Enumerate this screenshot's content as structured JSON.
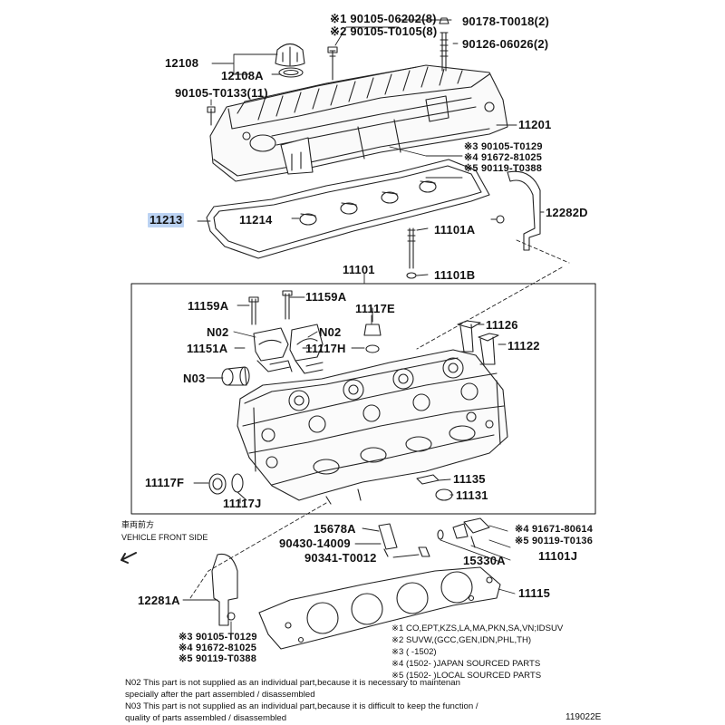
{
  "parts": {
    "p90105_06202": "※1 90105-06202(8)",
    "p90105_T0105": "※2 90105-T0105(8)",
    "p90178": "90178-T0018(2)",
    "p90126": "90126-06026(2)",
    "p12108": "12108",
    "p12108A": "12108A",
    "p90105_T0133": "90105-T0133(11)",
    "p11201": "11201",
    "p90105_T0129_top": "※3 90105-T0129",
    "p91672_top": "※4 91672-81025",
    "p90119_top": "※5 90119-T0388",
    "p11213": "11213",
    "p11214": "11214",
    "p11101A": "11101A",
    "p12282D": "12282D",
    "p11101B": "11101B",
    "p11101": "11101",
    "p11159A_left": "11159A",
    "p11159A_right": "11159A",
    "p11117E": "11117E",
    "pN02_left": "N02",
    "pN02_right": "N02",
    "p11126": "11126",
    "p11151A": "11151A",
    "p11117H": "11117H",
    "p11122": "11122",
    "pN03": "N03",
    "p11117F": "11117F",
    "p11117J": "11117J",
    "p11135": "11135",
    "p11131": "11131",
    "p15678A": "15678A",
    "p90430": "90430-14009",
    "p90341": "90341-T0012",
    "p91671": "※4 91671-80614",
    "p90119_T0136": "※5 90119-T0136",
    "p15330A": "15330A",
    "p11101J": "11101J",
    "p12281A": "12281A",
    "p11115": "11115",
    "p90105_T0129_bot": "※3 90105-T0129",
    "p91672_bot": "※4 91672-81025",
    "p90119_bot": "※5 90119-T0388"
  },
  "front": {
    "jp": "車両前方",
    "en": "VEHICLE FRONT SIDE"
  },
  "legend": [
    "※1 CO,EPT,KZS,LA,MA,PKN,SA,VN;IDSUV",
    "※2 SUVW,(GCC,GEN,IDN,PHL,TH)",
    "※3 (       -1502)",
    "※4 (1502-       )JAPAN SOURCED PARTS",
    "※5 (1502-       )LOCAL SOURCED PARTS"
  ],
  "notes": [
    "N02 This part is not supplied as an individual part,because it is necessary to maintenan",
    "      specially after the part assembled / disassembled",
    "N03 This part is not supplied as an individual part,because it is difficult to keep the function /",
    "      quality of parts assembled / disassembled"
  ],
  "diagram_code": "119022E",
  "highlight_color": "#bcd3f3"
}
